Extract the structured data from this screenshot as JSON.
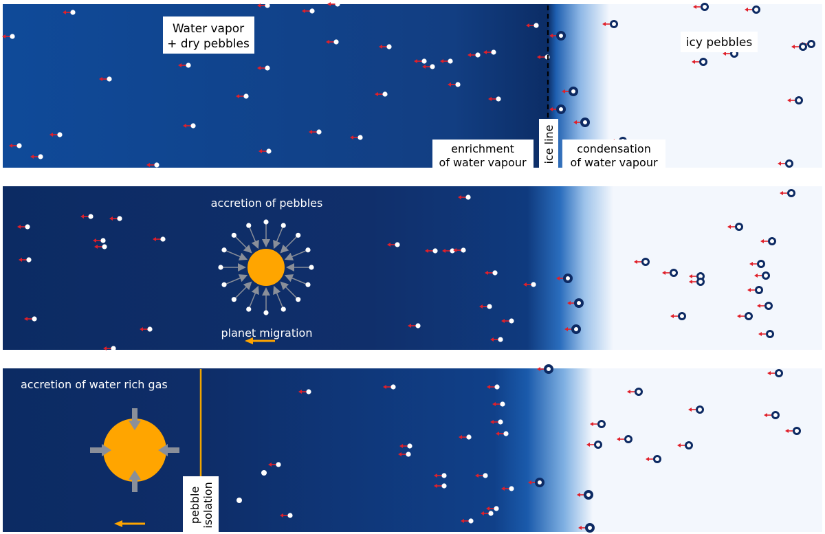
{
  "panels": [
    {
      "id": "top",
      "labels": {
        "water_vapor_line1": "Water vapor",
        "water_vapor_line2": "+ dry pebbles",
        "icy_pebbles": "icy pebbles",
        "enrichment_line1": "enrichment",
        "enrichment_line2": "of water vapour",
        "ice_line": "ice line",
        "condensation_line1": "condensation",
        "condensation_line2": "of water vapour"
      }
    },
    {
      "id": "middle",
      "labels": {
        "accretion_of_pebbles": "accretion of pebbles",
        "planet_migration": "planet migration"
      }
    },
    {
      "id": "bottom",
      "labels": {
        "accretion_of_water_rich_gas": "accretion of water rich gas",
        "pebble_isolation_line1": "pebble",
        "pebble_isolation_line2": "isolation"
      }
    }
  ],
  "colors": {
    "dark_blue": "#0d2a63",
    "mid_blue": "#1b4f9a",
    "ice_white": "#f3f7fd",
    "planet": "#ffa500",
    "drift_arrow": "#e0202a",
    "icy_pebble_ring": "#0d2a63",
    "accretion_arrow": "#8a8f99",
    "isolation_line": "#f0a500"
  },
  "icons": [
    "planet-icon",
    "pebble-dry-icon",
    "pebble-icy-icon",
    "drift-arrow-icon",
    "migration-arrow-icon"
  ]
}
